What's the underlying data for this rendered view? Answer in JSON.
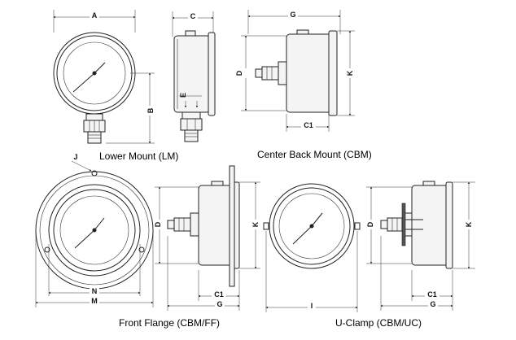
{
  "captions": {
    "lower_mount": "Lower Mount (LM)",
    "center_back_mount": "Center Back Mount (CBM)",
    "front_flange": "Front Flange (CBM/FF)",
    "u_clamp": "U-Clamp (CBM/UC)"
  },
  "dims": {
    "A": "A",
    "B": "B",
    "C": "C",
    "E": "E",
    "D": "D",
    "G": "G",
    "K": "K",
    "C1": "C1",
    "J": "J",
    "N": "N",
    "M": "M",
    "I": "I"
  },
  "colors": {
    "line": "#222222",
    "fill": "#f4f4f4",
    "background": "#ffffff"
  }
}
